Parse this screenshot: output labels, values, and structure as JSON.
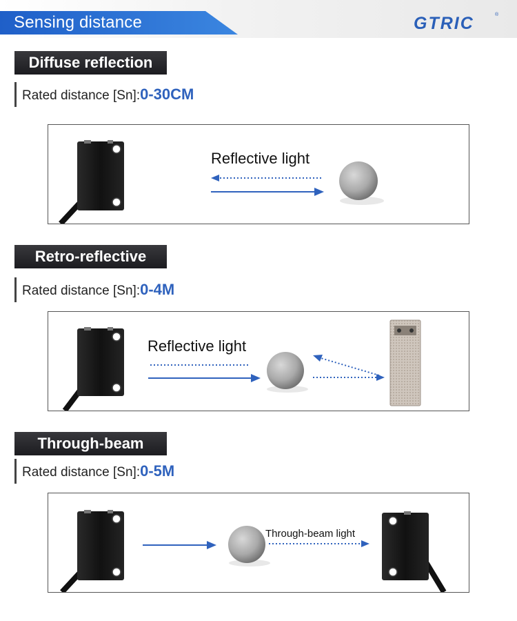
{
  "header": {
    "title": "Sensing distance",
    "logo": "GTRIC",
    "logo_mark": "®"
  },
  "sections": [
    {
      "heading": "Diffuse reflection",
      "rated_label": "Rated distance [Sn]:",
      "rated_value": "0-30CM",
      "light_label": "Reflective light"
    },
    {
      "heading": "Retro-reflective",
      "rated_label": "Rated distance [Sn]:",
      "rated_value": "0-4M",
      "light_label": "Reflective light"
    },
    {
      "heading": "Through-beam",
      "rated_label": "Rated distance [Sn]:",
      "rated_value": "0-5M",
      "light_label": "Through-beam light"
    }
  ],
  "colors": {
    "accent": "#2f62bd",
    "header_blue": "#2d6fd0",
    "tab_dark": "#2a2a2e"
  }
}
